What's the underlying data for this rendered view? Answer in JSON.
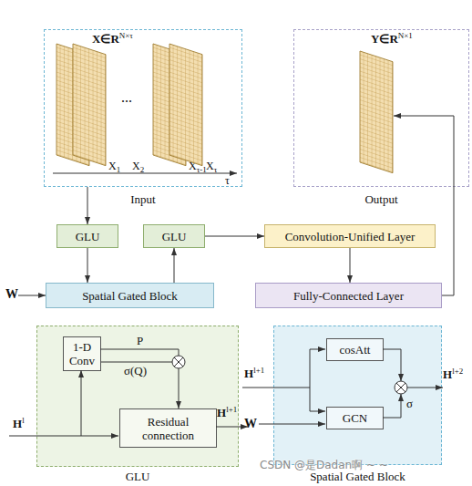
{
  "diagram": {
    "nodes": [
      {
        "text": [
          "X∈RN×τ",
          "...",
          "X1",
          "X2",
          "Xτ-1",
          "Xτ",
          "τ",
          "Input"
        ]
      },
      {
        "text": [
          "Y∈RN×1",
          "Output"
        ]
      },
      {
        "text": [
          "GLU"
        ]
      },
      {
        "text": [
          "GLU"
        ]
      },
      {
        "text": [
          "Convolution-Unified Layer"
        ]
      },
      {
        "text": [
          "Spatial Gated Block"
        ]
      },
      {
        "text": [
          "Fully-Connected Layer"
        ]
      },
      {
        "text": [
          "GLU"
        ]
      },
      {
        "text": [
          "1-D Conv"
        ],
        "in": 7
      },
      {
        "text": [
          "Residual connection"
        ],
        "in": 7
      },
      {
        "text": [
          "Spatial Gated Block"
        ]
      },
      {
        "text": [
          "cosAtt"
        ],
        "in": 10
      },
      {
        "text": [
          "GCN"
        ],
        "in": 10
      }
    ],
    "edges": [
      {
        "from": 0,
        "to": 2,
        "arrow": "to"
      },
      {
        "from": 2,
        "to": 5,
        "arrow": "to"
      },
      {
        "from": 5,
        "to": 3,
        "arrow": "to"
      },
      {
        "from": 3,
        "to": 4,
        "arrow": "to"
      },
      {
        "from": 4,
        "to": 6,
        "arrow": "to"
      },
      {
        "from": 6,
        "to": 1,
        "arrow": "to"
      },
      {
        "from": 8,
        "to": 9,
        "arrow": "to"
      }
    ],
    "labels": [
      "W",
      "P",
      "σ(Q)",
      "Hl",
      "Hl+1",
      "Hl+1",
      "W",
      "σ",
      "Hl+2",
      "CSDN @是Dadan啊 ~ ~"
    ]
  }
}
